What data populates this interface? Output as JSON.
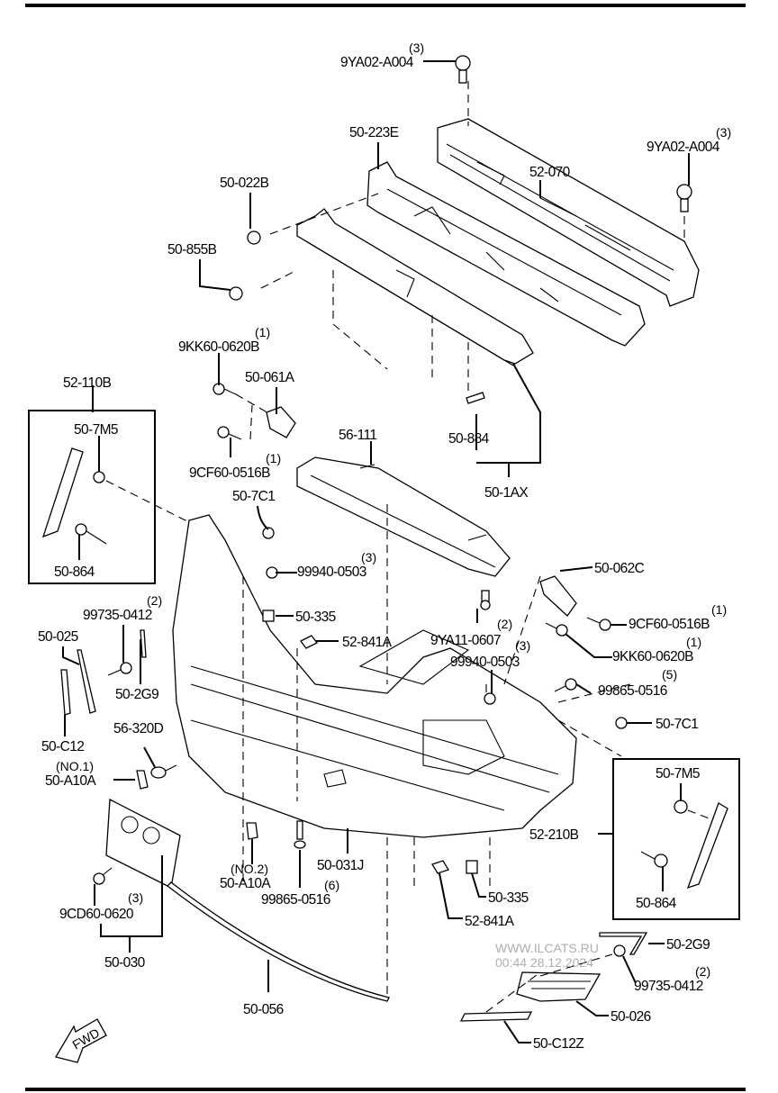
{
  "diagram": {
    "title": "Front Bumper Assembly Parts Diagram",
    "watermark": {
      "line1": "WWW.ILCATS.RU",
      "line2": "00:44 28.12.2024"
    },
    "fwd_label": "FWD",
    "parts": [
      {
        "id": "p01",
        "part_no": "9YA02-A004",
        "qty": "(3)"
      },
      {
        "id": "p02",
        "part_no": "9YA02-A004",
        "qty": "(3)"
      },
      {
        "id": "p03",
        "part_no": "50-223E",
        "qty": ""
      },
      {
        "id": "p04",
        "part_no": "52-070",
        "qty": ""
      },
      {
        "id": "p05",
        "part_no": "50-022B",
        "qty": ""
      },
      {
        "id": "p06",
        "part_no": "50-855B",
        "qty": ""
      },
      {
        "id": "p07",
        "part_no": "9KK60-0620B",
        "qty": "(1)"
      },
      {
        "id": "p08",
        "part_no": "50-061A",
        "qty": ""
      },
      {
        "id": "p09",
        "part_no": "52-110B",
        "qty": ""
      },
      {
        "id": "p10",
        "part_no": "50-7M5",
        "qty": ""
      },
      {
        "id": "p11",
        "part_no": "50-864",
        "qty": ""
      },
      {
        "id": "p12",
        "part_no": "9CF60-0516B",
        "qty": "(1)"
      },
      {
        "id": "p13",
        "part_no": "56-111",
        "qty": ""
      },
      {
        "id": "p14",
        "part_no": "50-884",
        "qty": ""
      },
      {
        "id": "p15",
        "part_no": "50-1AX",
        "qty": ""
      },
      {
        "id": "p16",
        "part_no": "50-7C1",
        "qty": ""
      },
      {
        "id": "p17",
        "part_no": "99940-0503",
        "qty": "(3)"
      },
      {
        "id": "p18",
        "part_no": "50-335",
        "qty": ""
      },
      {
        "id": "p19",
        "part_no": "52-841A",
        "qty": ""
      },
      {
        "id": "p20",
        "part_no": "50-062C",
        "qty": ""
      },
      {
        "id": "p21",
        "part_no": "9CF60-0516B",
        "qty": "(1)"
      },
      {
        "id": "p22",
        "part_no": "9KK60-0620B",
        "qty": "(1)"
      },
      {
        "id": "p23",
        "part_no": "9YA11-0607",
        "qty": "(2)"
      },
      {
        "id": "p24",
        "part_no": "99940-0503",
        "qty": "(3)"
      },
      {
        "id": "p25",
        "part_no": "99865-0516",
        "qty": "(5)"
      },
      {
        "id": "p26",
        "part_no": "50-7C1",
        "qty": ""
      },
      {
        "id": "p27",
        "part_no": "99735-0412",
        "qty": "(2)"
      },
      {
        "id": "p28",
        "part_no": "50-025",
        "qty": ""
      },
      {
        "id": "p29",
        "part_no": "50-2G9",
        "qty": ""
      },
      {
        "id": "p30",
        "part_no": "50-C12",
        "qty": ""
      },
      {
        "id": "p31",
        "part_no": "56-320D",
        "qty": ""
      },
      {
        "id": "p32",
        "part_no": "50-A10A",
        "qty": "(NO.1)"
      },
      {
        "id": "p33",
        "part_no": "52-210B",
        "qty": ""
      },
      {
        "id": "p34",
        "part_no": "50-7M5",
        "qty": ""
      },
      {
        "id": "p35",
        "part_no": "50-864",
        "qty": ""
      },
      {
        "id": "p36",
        "part_no": "50-A10A",
        "qty": "(NO.2)"
      },
      {
        "id": "p37",
        "part_no": "50-031J",
        "qty": ""
      },
      {
        "id": "p38",
        "part_no": "99865-0516",
        "qty": "(6)"
      },
      {
        "id": "p39",
        "part_no": "50-335",
        "qty": ""
      },
      {
        "id": "p40",
        "part_no": "52-841A",
        "qty": ""
      },
      {
        "id": "p41",
        "part_no": "9CD60-0620",
        "qty": "(3)"
      },
      {
        "id": "p42",
        "part_no": "50-030",
        "qty": ""
      },
      {
        "id": "p43",
        "part_no": "50-2G9",
        "qty": ""
      },
      {
        "id": "p44",
        "part_no": "99735-0412",
        "qty": "(2)"
      },
      {
        "id": "p45",
        "part_no": "50-026",
        "qty": ""
      },
      {
        "id": "p46",
        "part_no": "50-056",
        "qty": ""
      },
      {
        "id": "p47",
        "part_no": "50-C12Z",
        "qty": ""
      }
    ]
  }
}
